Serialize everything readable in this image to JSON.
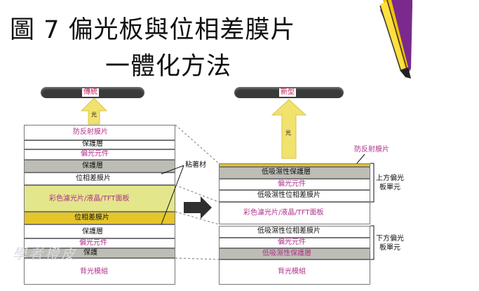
{
  "title": {
    "line1": "圖 7 偏光板與位相差膜片",
    "line2": "一體化方法"
  },
  "left": {
    "header": "傳統",
    "arrow_label": "光",
    "layers": [
      "防反射膜片",
      "保護層",
      "偏光元件",
      "保護層",
      "位相差膜片",
      "彩色濾光片/液晶/TFT面板",
      "位相差膜片",
      "保護層",
      "偏光元件",
      "保護",
      "背光模組"
    ],
    "adhesive_label": "粘著材"
  },
  "right": {
    "header": "新型",
    "arrow_label": "光",
    "top_label": "防反射膜片",
    "layers": [
      "低吸濕性保護層",
      "偏光元件",
      "低吸濕性位相差膜片",
      "彩色濾光片/液晶/TFT面板",
      "低吸濕性位相差膜片",
      "偏光元件",
      "低吸濕性保護層",
      "背光模組"
    ],
    "upper_unit": "上方偏光\n板單元",
    "lower_unit": "下方偏光\n板單元"
  },
  "watermark": "學者橙皮",
  "colors": {
    "yellow": "#e3e68a",
    "olive": "#c9c86a",
    "gray": "#bdbdb5",
    "gold": "#e4c62a",
    "magenta": "#b0308a",
    "arrow": "#f1e26e"
  }
}
